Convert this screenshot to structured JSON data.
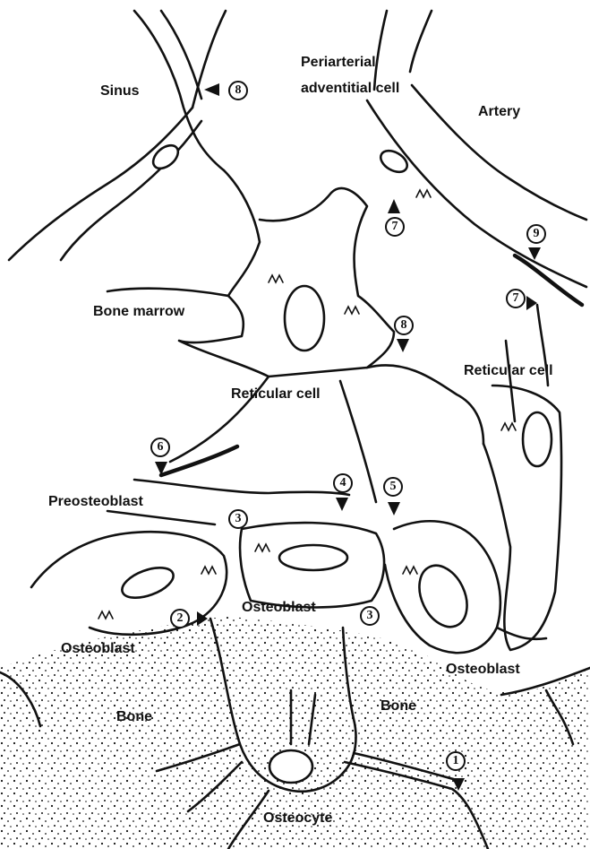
{
  "labels": {
    "sinus": "Sinus",
    "periarterial": "Periarterial",
    "adventitial_cell": "adventitial cell",
    "artery": "Artery",
    "bone_marrow": "Bone marrow",
    "reticular_cell_center": "Reticular cell",
    "reticular_cell_right": "Reticular cell",
    "preosteoblast": "Preosteoblast",
    "osteoblast_center": "Osteoblast",
    "osteoblast_left": "Osteoblast",
    "osteoblast_right": "Osteoblast",
    "bone_left": "Bone",
    "bone_right": "Bone",
    "osteocyte": "Osteocyte"
  },
  "markers": {
    "m1": "1",
    "m2": "2",
    "m3a": "3",
    "m3b": "3",
    "m4": "4",
    "m5": "5",
    "m6": "6",
    "m7a": "7",
    "m7b": "7",
    "m8a": "8",
    "m8b": "8",
    "m9": "9"
  },
  "colors": {
    "ink": "#111111",
    "background": "#ffffff"
  }
}
